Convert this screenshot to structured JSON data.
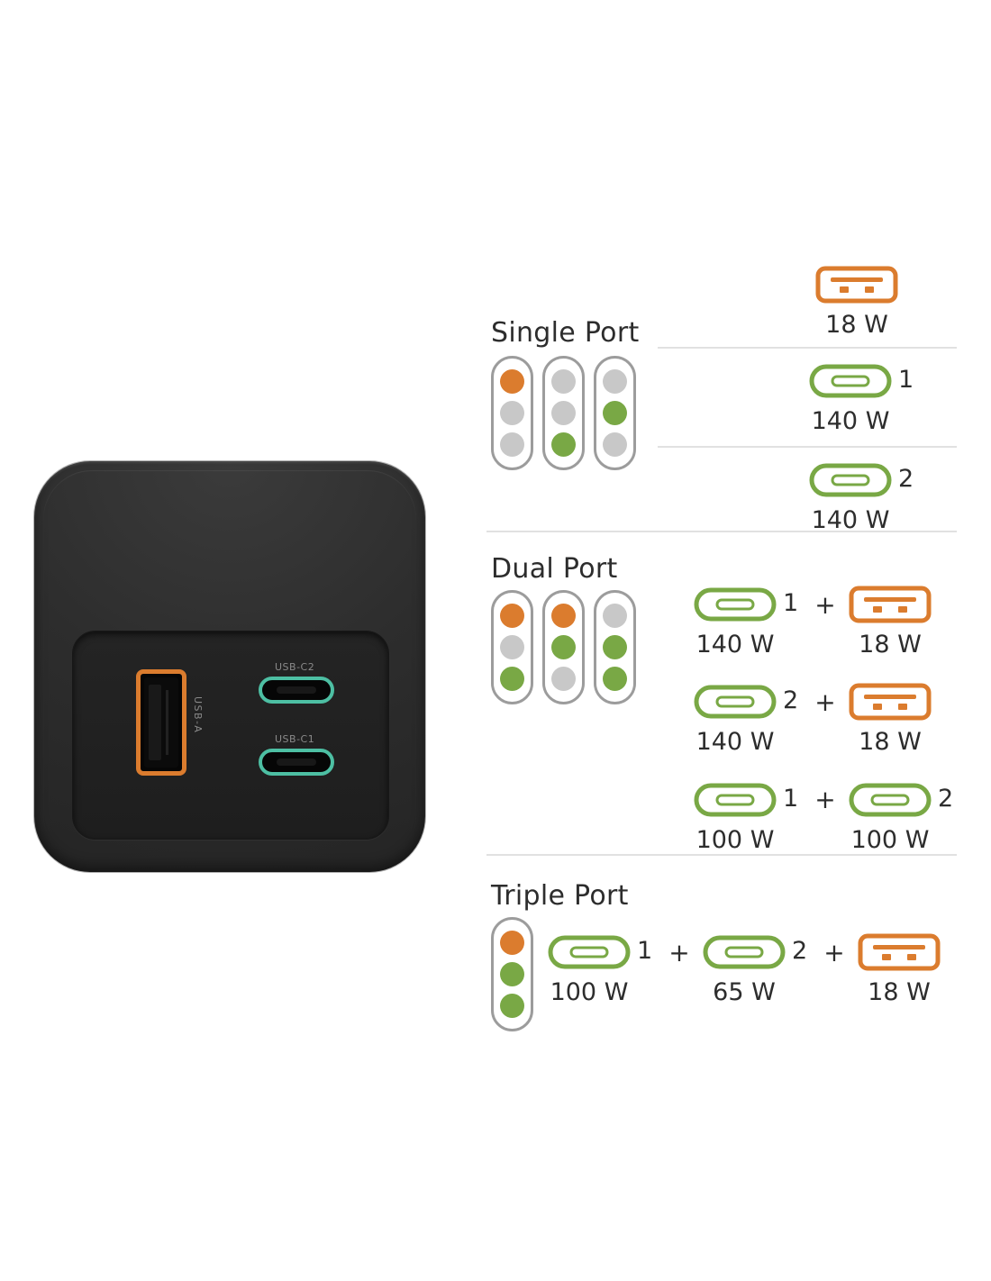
{
  "device": {
    "port_a_label": "USB-A",
    "port_c2_label": "USB-C2",
    "port_c1_label": "USB-C1"
  },
  "plus_sign": "+",
  "colors": {
    "orange": "#DB7C2E",
    "green": "#79A845",
    "gray": "#C8C8C8",
    "pill_border": "#9C9C9C",
    "usb_c_port_teal": "#4DBFA3",
    "text": "#2D2D2D",
    "divider": "#E1E1E1"
  },
  "sections": [
    {
      "title": "Single Port",
      "indicator_pills": [
        [
          "orange",
          "gray",
          "gray"
        ],
        [
          "gray",
          "gray",
          "green"
        ],
        [
          "gray",
          "green",
          "gray"
        ]
      ],
      "rows": [
        {
          "items": [
            {
              "type": "usb-a",
              "watt": "18 W"
            }
          ]
        },
        {
          "items": [
            {
              "type": "usb-c",
              "label": "1",
              "watt": "140 W"
            }
          ]
        },
        {
          "items": [
            {
              "type": "usb-c",
              "label": "2",
              "watt": "140 W"
            }
          ]
        }
      ]
    },
    {
      "title": "Dual Port",
      "indicator_pills": [
        [
          "orange",
          "gray",
          "green"
        ],
        [
          "orange",
          "green",
          "gray"
        ],
        [
          "gray",
          "green",
          "green"
        ]
      ],
      "rows": [
        {
          "items": [
            {
              "type": "usb-c",
              "label": "1",
              "watt": "140 W"
            },
            {
              "type": "usb-a",
              "watt": "18 W"
            }
          ]
        },
        {
          "items": [
            {
              "type": "usb-c",
              "label": "2",
              "watt": "140 W"
            },
            {
              "type": "usb-a",
              "watt": "18 W"
            }
          ]
        },
        {
          "items": [
            {
              "type": "usb-c",
              "label": "1",
              "watt": "100 W"
            },
            {
              "type": "usb-c",
              "label": "2",
              "watt": "100 W"
            }
          ]
        }
      ]
    },
    {
      "title": "Triple Port",
      "indicator_pills": [
        [
          "orange",
          "green",
          "green"
        ]
      ],
      "rows": [
        {
          "items": [
            {
              "type": "usb-c",
              "label": "1",
              "watt": "100 W"
            },
            {
              "type": "usb-c",
              "label": "2",
              "watt": "65 W"
            },
            {
              "type": "usb-a",
              "watt": "18 W"
            }
          ]
        }
      ]
    }
  ]
}
